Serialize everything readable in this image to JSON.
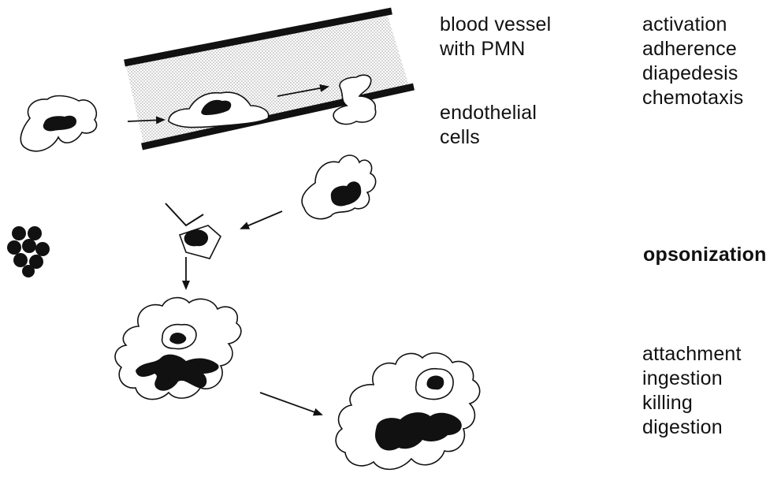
{
  "labels": {
    "blood_vessel": [
      "blood  vessel",
      "with PMN"
    ],
    "endothelial": [
      "endothelial",
      "cells"
    ],
    "stage_1": [
      "activation",
      "adherence",
      "diapedesis",
      "chemotaxis"
    ],
    "stage_2": "opsonization",
    "stage_3": [
      "attachment",
      "ingestion",
      "killing",
      "digestion"
    ]
  },
  "colors": {
    "ink": "#111111",
    "vessel_lumen": "#c8c8c8",
    "background": "#ffffff"
  }
}
